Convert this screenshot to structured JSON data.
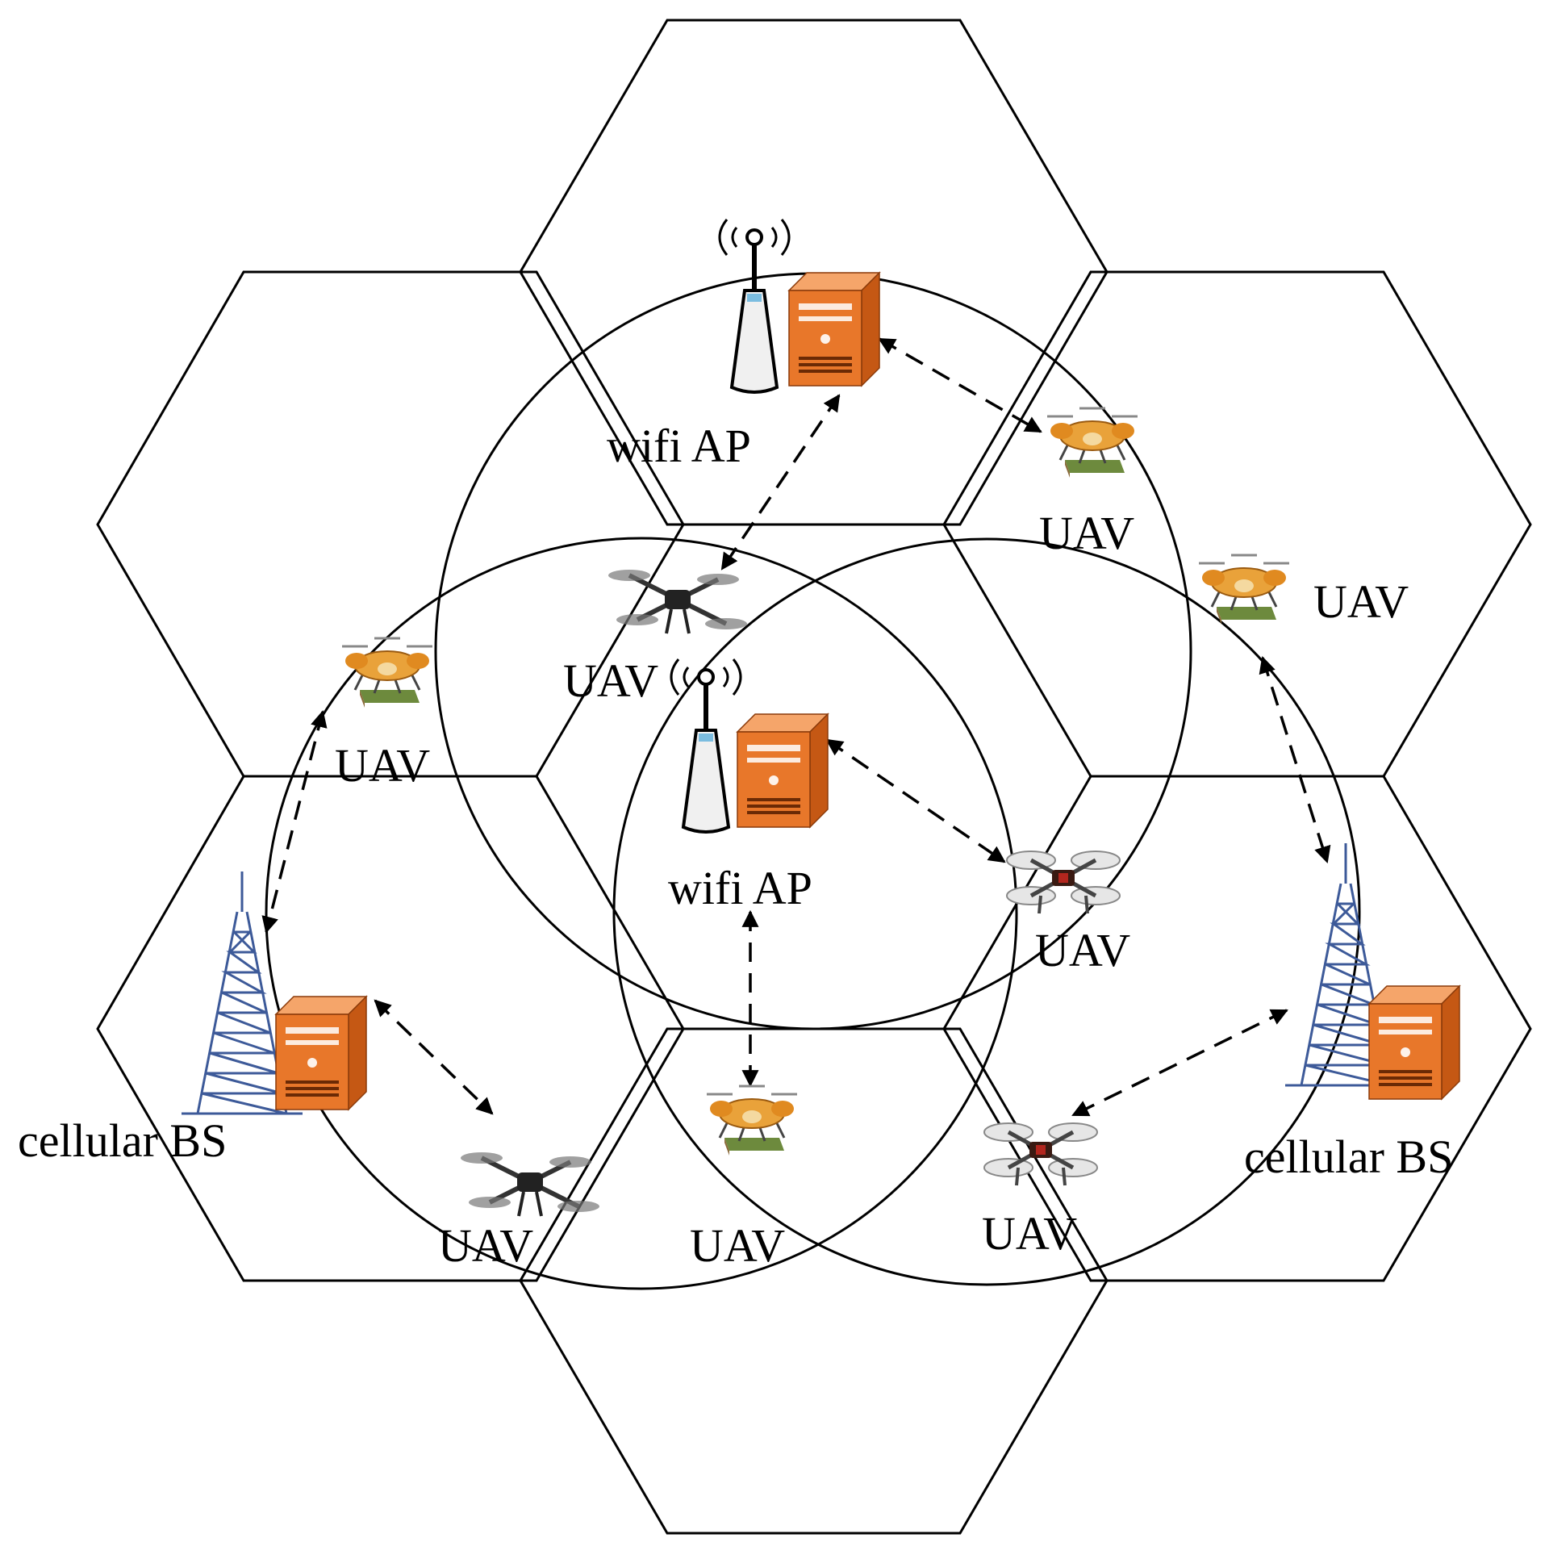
{
  "labels": {
    "wifi_ap_top": "wifi AP",
    "wifi_ap_center": "wifi AP",
    "cellular_bs_left": "cellular BS",
    "cellular_bs_right": "cellular BS",
    "uav_top_right": "UAV",
    "uav_far_right": "UAV",
    "uav_upper_left": "UAV",
    "uav_left": "UAV",
    "uav_center_right": "UAV",
    "uav_bottom_left": "UAV",
    "uav_bottom_center": "UAV",
    "uav_bottom_right": "UAV"
  },
  "colors": {
    "server": "#e8772a",
    "server_side": "#c75a16",
    "tower": "#3d5a99",
    "outline": "#000000"
  },
  "icons": {
    "wifi_access_point": "wifi-router-icon",
    "edge_server": "server-icon",
    "cell_tower": "cell-tower-icon",
    "uav_quadcopter": "drone-icon"
  }
}
